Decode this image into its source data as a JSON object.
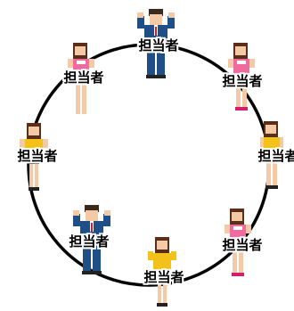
{
  "diagram": {
    "type": "cycle",
    "nodes": [
      {
        "label": "担当者",
        "figure": "man-in-suit"
      },
      {
        "label": "担当者",
        "figure": "woman-pink-shirt"
      },
      {
        "label": "担当者",
        "figure": "woman-yellow-shirt"
      },
      {
        "label": "担当者",
        "figure": "woman-pink-shirt"
      },
      {
        "label": "担当者",
        "figure": "woman-yellow-shirt"
      },
      {
        "label": "担当者",
        "figure": "man-in-suit"
      },
      {
        "label": "担当者",
        "figure": "woman-yellow-shirt"
      },
      {
        "label": "担当者",
        "figure": "woman-pink-shirt"
      }
    ]
  },
  "colors": {
    "ring": "#000000",
    "suit": "#1f4f86",
    "pink": "#f06aa0",
    "yellow": "#f2c21a",
    "hair": "#5a2e18",
    "skin": "#f3c9a6"
  }
}
